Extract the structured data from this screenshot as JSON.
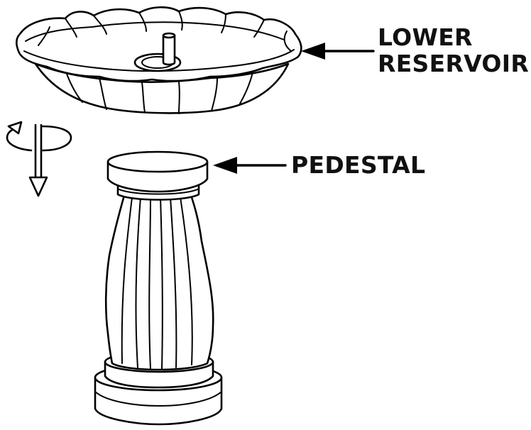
{
  "labels": {
    "reservoir_line1": "LOWER",
    "reservoir_line2": "RESERVOIR",
    "pedestal": "PEDESTAL"
  },
  "colors": {
    "ink": "#000000",
    "background": "#ffffff"
  },
  "icons": [
    "rotate-down-arrow-icon",
    "pointer-arrow-icon"
  ]
}
